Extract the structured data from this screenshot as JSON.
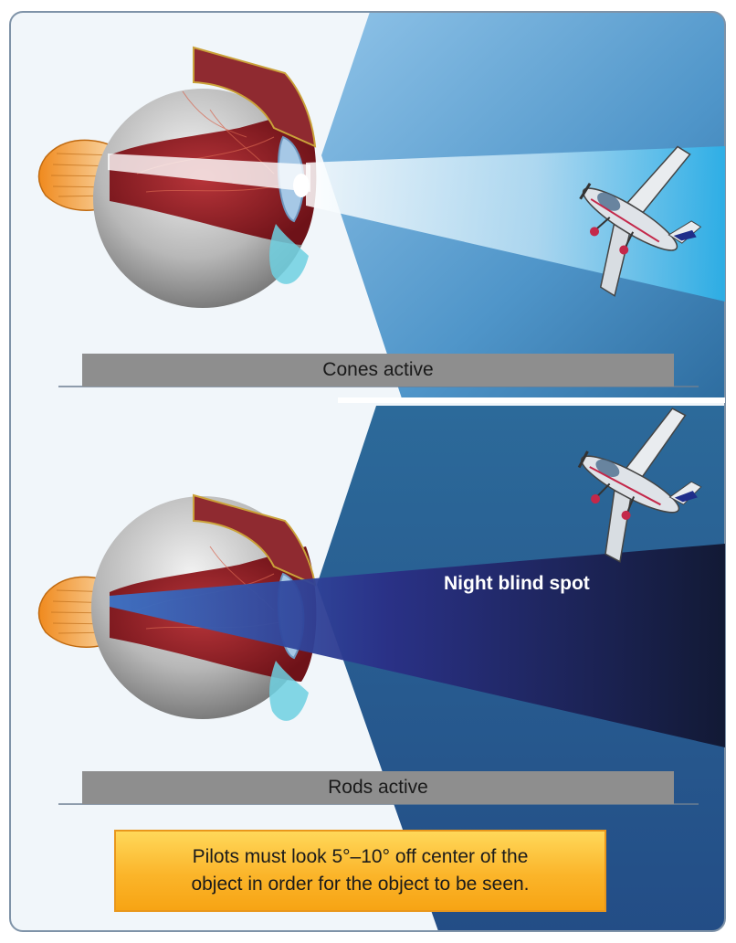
{
  "panels": {
    "top_label": "Cones active",
    "bottom_label": "Rods active"
  },
  "annotations": {
    "night_blind_spot": "Night blind spot"
  },
  "note": {
    "line1": "Pilots must look 5°–10° off center of the",
    "line2": "object in order for the object to be seen."
  },
  "colors": {
    "sky_light": "#8fc6ea",
    "sky_dark": "#1f5d8d",
    "night_beam_dark": "#141c3a",
    "retina_red": "#8c1c22",
    "note_orange": "#fbb52a"
  }
}
